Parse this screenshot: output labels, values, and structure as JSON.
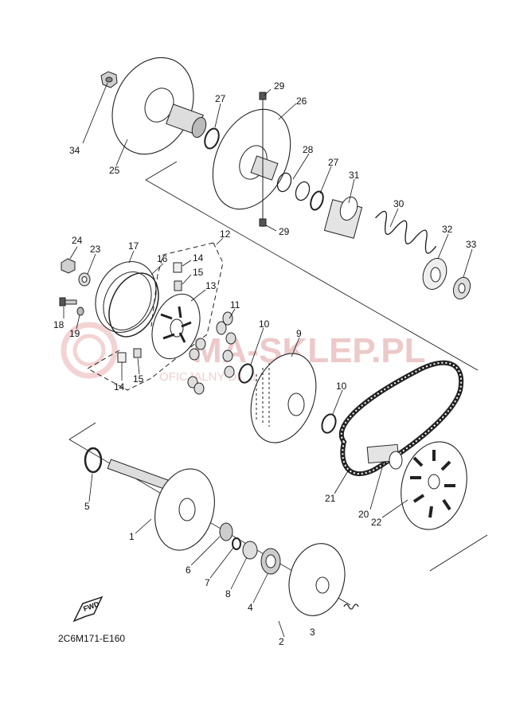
{
  "diagram": {
    "code": "2C6M171-E160",
    "fwd_label": "FWD",
    "watermark": {
      "main": "MA-SKLEP.PL",
      "sub": "OFICJALNY DEALER YAMA"
    },
    "callouts": [
      {
        "id": "c34",
        "label": "34"
      },
      {
        "id": "c25",
        "label": "25"
      },
      {
        "id": "c29a",
        "label": "29"
      },
      {
        "id": "c27a",
        "label": "27"
      },
      {
        "id": "c26",
        "label": "26"
      },
      {
        "id": "c28",
        "label": "28"
      },
      {
        "id": "c27b",
        "label": "27"
      },
      {
        "id": "c31",
        "label": "31"
      },
      {
        "id": "c30",
        "label": "30"
      },
      {
        "id": "c29b",
        "label": "29"
      },
      {
        "id": "c32",
        "label": "32"
      },
      {
        "id": "c33",
        "label": "33"
      },
      {
        "id": "c24",
        "label": "24"
      },
      {
        "id": "c23",
        "label": "23"
      },
      {
        "id": "c17",
        "label": "17"
      },
      {
        "id": "c16",
        "label": "16"
      },
      {
        "id": "c12",
        "label": "12"
      },
      {
        "id": "c14a",
        "label": "14"
      },
      {
        "id": "c15a",
        "label": "15"
      },
      {
        "id": "c13",
        "label": "13"
      },
      {
        "id": "c11",
        "label": "11"
      },
      {
        "id": "c18",
        "label": "18"
      },
      {
        "id": "c19",
        "label": "19"
      },
      {
        "id": "c10a",
        "label": "10"
      },
      {
        "id": "c9",
        "label": "9"
      },
      {
        "id": "c14b",
        "label": "14"
      },
      {
        "id": "c15b",
        "label": "15"
      },
      {
        "id": "c10b",
        "label": "10"
      },
      {
        "id": "c21",
        "label": "21"
      },
      {
        "id": "c20",
        "label": "20"
      },
      {
        "id": "c22",
        "label": "22"
      },
      {
        "id": "c5",
        "label": "5"
      },
      {
        "id": "c1",
        "label": "1"
      },
      {
        "id": "c6",
        "label": "6"
      },
      {
        "id": "c7",
        "label": "7"
      },
      {
        "id": "c8",
        "label": "8"
      },
      {
        "id": "c4",
        "label": "4"
      },
      {
        "id": "c2",
        "label": "2"
      },
      {
        "id": "c3",
        "label": "3"
      }
    ]
  }
}
